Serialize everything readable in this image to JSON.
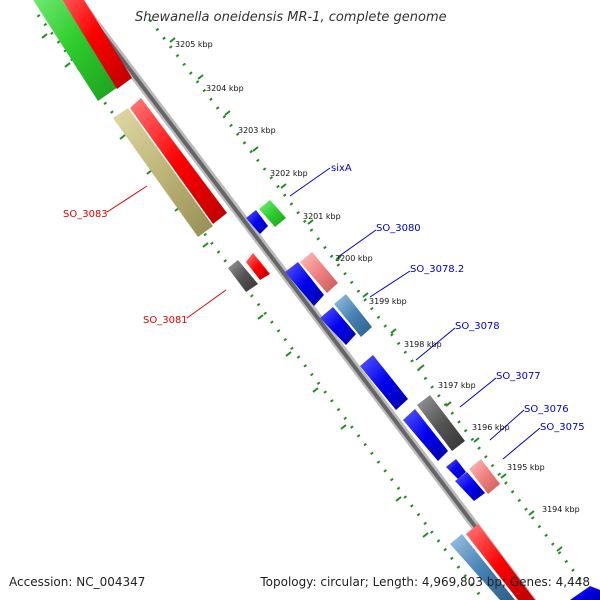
{
  "title": "Shewanella oneidensis MR-1, complete genome",
  "footer": {
    "accession": "Accession: NC_004347",
    "topology": "Topology: circular; Length: 4,969,803 bp; Genes: 4,448"
  },
  "ticks": [
    "3205 kbp",
    "3204 kbp",
    "3203 kbp",
    "3202 kbp",
    "3201 kbp",
    "3200 kbp",
    "3199 kbp",
    "3198 kbp",
    "3197 kbp",
    "3196 kbp",
    "3195 kbp",
    "3194 kbp"
  ],
  "labels": {
    "left": [
      "SO_3083",
      "SO_3081"
    ],
    "right": [
      "sixA",
      "SO_3080",
      "SO_3078.2",
      "SO_3078",
      "SO_3077",
      "SO_3076",
      "SO_3075"
    ]
  },
  "colors": {
    "red_label": "#e00000",
    "blue_label": "#0000cc",
    "backbone": "#777777",
    "tick_dots": "#228b22",
    "green": "#2ecc2e",
    "red": "#ff0000",
    "olive": "#bdb576",
    "blue": "#0000ee",
    "steel": "#4682b4",
    "pink": "#f08080",
    "gray": "#555555"
  }
}
